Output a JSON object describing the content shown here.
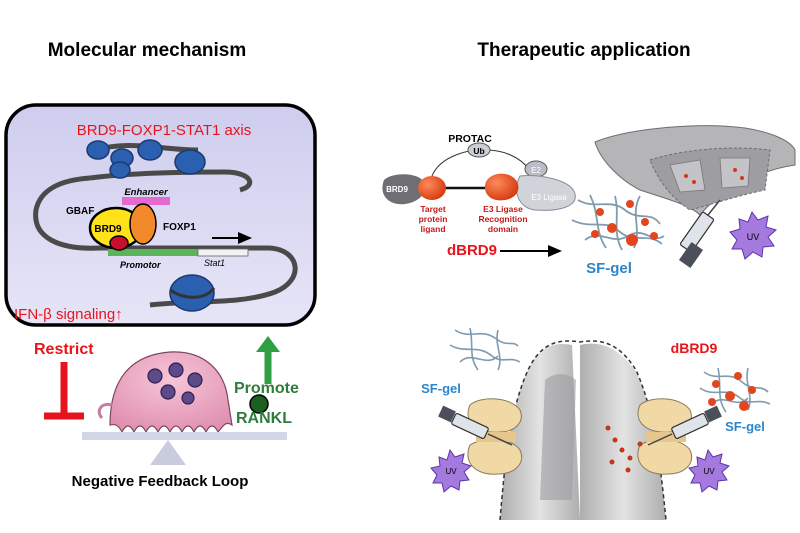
{
  "left": {
    "title": "Molecular mechanism",
    "axis_title": "BRD9-FOXP1-STAT1 axis",
    "labels": {
      "enhancer": "Enhancer",
      "gbaf": "GBAF",
      "brd9": "BRD9",
      "foxp1": "FOXP1",
      "promotor": "Promotor",
      "stat1": "Stat1",
      "ifn": "IFN-β signaling↑"
    },
    "restrict": "Restrict",
    "promote": "Promote",
    "rankl": "RANKL",
    "feedback": "Negative Feedback Loop"
  },
  "right": {
    "title": "Therapeutic application",
    "protac": "PROTAC",
    "ub": "Ub",
    "e2": "E2",
    "brd9": "BRD9",
    "e3_ligase": "E3 Ligase",
    "target_ligand": [
      "Target",
      "protein",
      "ligand"
    ],
    "recognition": [
      "E3 Ligase",
      "Recognition",
      "domain"
    ],
    "dbrd9": "dBRD9",
    "sfgel": "SF-gel",
    "uv": "UV",
    "sfgel_left": "SF-gel",
    "sfgel_right": "SF-gel",
    "dbrd9_bottom": "dBRD9",
    "uv_left": "UV",
    "uv_right": "UV"
  },
  "colors": {
    "red": "#e8141c",
    "blue": "#2e86c8",
    "green": "#2f7d3c",
    "panel_bg": "#d8d6f2"
  }
}
